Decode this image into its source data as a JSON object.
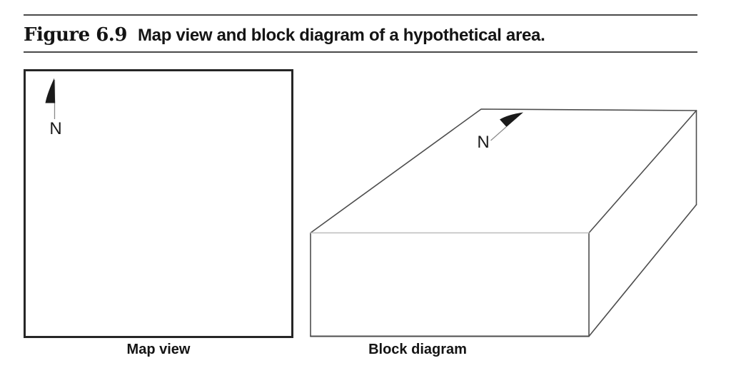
{
  "figure": {
    "label": "Figure 6.9",
    "title": "Map view and block diagram of a hypothetical area."
  },
  "map_view": {
    "caption": "Map view",
    "north_label": "N"
  },
  "block_diagram": {
    "caption": "Block diagram",
    "north_label": "N"
  },
  "colors": {
    "background": "#ffffff",
    "text": "#141414",
    "header_rule": "#4a4a4a",
    "map_border": "#262626",
    "block_edge": "#4d4d4d",
    "block_front_top_edge": "#bcbcbc",
    "north_arrow_fill": "#1a1a1a",
    "north_arrow_line": "#8a8a8a"
  }
}
